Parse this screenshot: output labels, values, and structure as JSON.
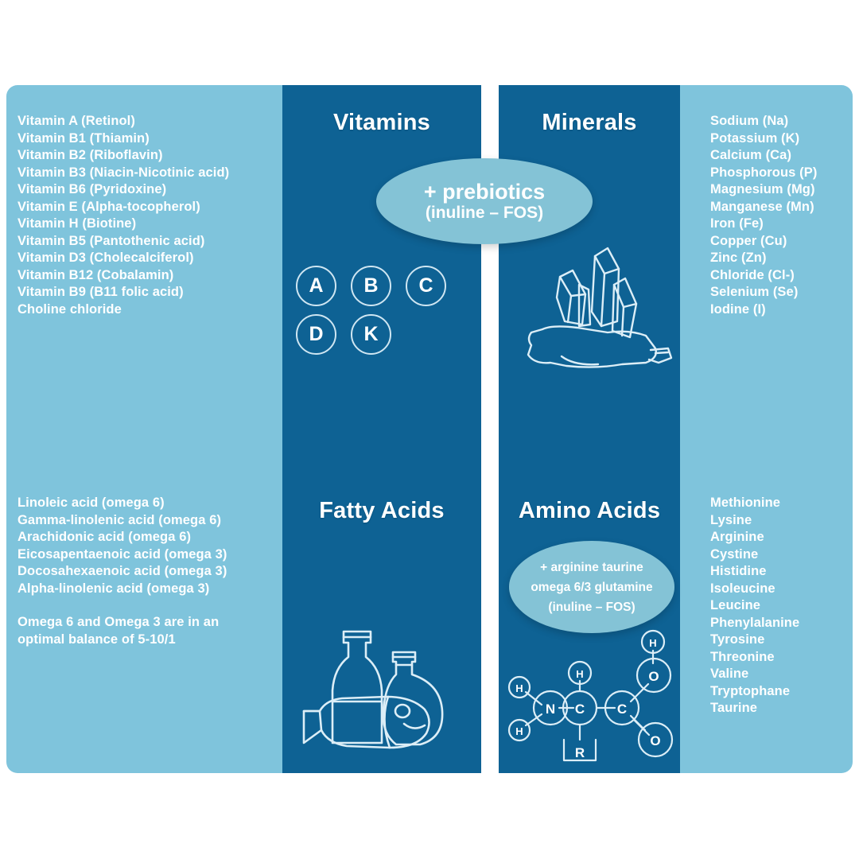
{
  "colors": {
    "light_panel": "#7fc4dc",
    "dark_panel": "#0e6294",
    "bubble": "#84c3d6",
    "text": "#ffffff",
    "background": "#ffffff"
  },
  "sections": {
    "vitamins": {
      "title": "Vitamins",
      "items": [
        "Vitamin A (Retinol)",
        "Vitamin B1 (Thiamin)",
        "Vitamin B2 (Riboflavin)",
        "Vitamin B3 (Niacin-Nicotinic acid)",
        "Vitamin B6 (Pyridoxine)",
        "Vitamin E (Alpha-tocopherol)",
        "Vitamin H (Biotine)",
        "Vitamin B5 (Pantothenic acid)",
        "Vitamin D3 (Cholecalciferol)",
        "Vitamin B12 (Cobalamin)",
        "Vitamin B9 (B11 folic acid)",
        "Choline chloride"
      ],
      "letter_circles": [
        [
          "A",
          "B",
          "C"
        ],
        [
          "D",
          "K"
        ]
      ],
      "icon": "vitamin-letters-icon"
    },
    "minerals": {
      "title": "Minerals",
      "items": [
        "Sodium (Na)",
        "Potassium (K)",
        "Calcium (Ca)",
        "Phosphorous (P)",
        "Magnesium (Mg)",
        "Manganese (Mn)",
        "Iron (Fe)",
        "Copper (Cu)",
        "Zinc (Zn)",
        "Chloride (Cl-)",
        "Selenium (Se)",
        "Iodine (I)"
      ],
      "icon": "crystal-icon"
    },
    "fatty_acids": {
      "title": "Fatty Acids",
      "items": [
        "Linoleic acid (omega 6)",
        "Gamma-linolenic acid (omega 6)",
        "Arachidonic acid (omega 6)",
        "Eicosapentaenoic acid (omega 3)",
        "Docosahexaenoic acid (omega 3)",
        "Alpha-linolenic acid (omega 3)"
      ],
      "note": [
        "Omega 6 and Omega 3 are in an",
        "optimal balance of 5-10/1"
      ],
      "icon": "fish-oil-icon"
    },
    "amino_acids": {
      "title": "Amino Acids",
      "items": [
        "Methionine",
        "Lysine",
        "Arginine",
        "Cystine",
        "Histidine",
        "Isoleucine",
        "Leucine",
        "Phenylalanine",
        "Tyrosine",
        "Threonine",
        "Valine",
        "Tryptophane",
        "Taurine"
      ],
      "icon": "amino-acid-molecule-icon"
    }
  },
  "bubbles": {
    "prebiotics": {
      "main": "+ prebiotics",
      "sub": "(inuline – FOS)"
    },
    "amino": {
      "line1": "+ arginine taurine",
      "line2": "omega 6/3 glutamine",
      "line3": "(inuline – FOS)"
    }
  },
  "molecule": {
    "atoms": [
      "H",
      "H",
      "N",
      "H",
      "C",
      "R",
      "C",
      "O",
      "O",
      "H"
    ]
  }
}
